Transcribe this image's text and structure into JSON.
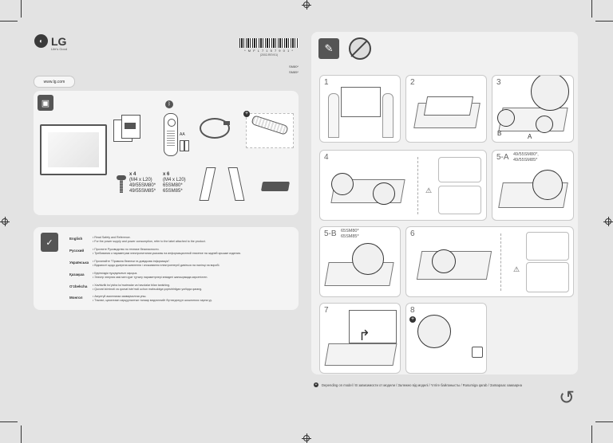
{
  "brand": {
    "logo_text": "LG",
    "tagline": "Life's Good"
  },
  "barcode": {
    "number": "* M F L 7 1 5 7 9 0 1 *",
    "code": "(2002-REV01)"
  },
  "models_header": [
    "SM80*",
    "SM85*"
  ],
  "website": "www.lg.com",
  "box_contents": {
    "screws_1": {
      "count": "x 4",
      "spec": "(M4 x L20)",
      "models": [
        "49/55SM80*",
        "49/55SM85*"
      ]
    },
    "screws_2": {
      "count": "x 6",
      "spec": "(M4 x L20)",
      "models": [
        "65SM80*",
        "65SM85*"
      ]
    },
    "battery_label": "AA"
  },
  "languages": [
    {
      "name": "English",
      "lines": [
        "• Read Safety and Reference.",
        "• For the power supply and power consumption, refer to the label attached to the product."
      ]
    },
    {
      "name": "Русский",
      "lines": [
        "• Прочтите Руководство по технике безопасности.",
        "• Требования к параметрам электропитания указаны на информационной этикетке на задней крышке изделия."
      ]
    },
    {
      "name": "Українська",
      "lines": [
        "• Прочитайте \"Правила безпеки та довідкова інформація\".",
        "• Відомості щодо джерела живлення і споживання електроенергії дивіться на наліпці на виробі."
      ]
    },
    {
      "name": "Қазақша",
      "lines": [
        "• Қауіпсіздік нұсқаулығын оқыңыз.",
        "• Электр энергия көзі мен қуат тұтыну параметрлері өнімдегі жапсырмада көрсетілген."
      ]
    },
    {
      "name": "O'zbekcha",
      "lines": [
        "• Xavfsizlik bo'yicha ko'rsatmalar va havolalar bilan tanishing.",
        "• Quvvat ta'minoti va quvvat iste'moli uchun mahsulotga yopishtirilgan yorliqqa qarang."
      ]
    },
    {
      "name": "Монгол",
      "lines": [
        "• Аюулгүй ажиллагаа зааварчилгаа унш.",
        "• Тэжээл, цахилгаан зарцуулалтын талаар мэдээллийг бүтээгдэхүүн шошгоноос харна уу."
      ]
    }
  ],
  "steps": {
    "s1": "1",
    "s2": "2",
    "s3": "3",
    "s4": "4",
    "s5a": "5-A",
    "s5a_models": [
      "49/55SM80*,",
      "49/55SM85*"
    ],
    "s5b": "5-B",
    "s5b_models": [
      "65SM80*",
      "65SM85*"
    ],
    "s6": "6",
    "s7": "7",
    "s8": "8",
    "label_a": "A",
    "label_b": "B"
  },
  "footnote": "Depending on model / В зависимости от модели / Залежно від моделі / Үлгіге байланысты / Rusumiga qarab / Загвараас хамаарна"
}
